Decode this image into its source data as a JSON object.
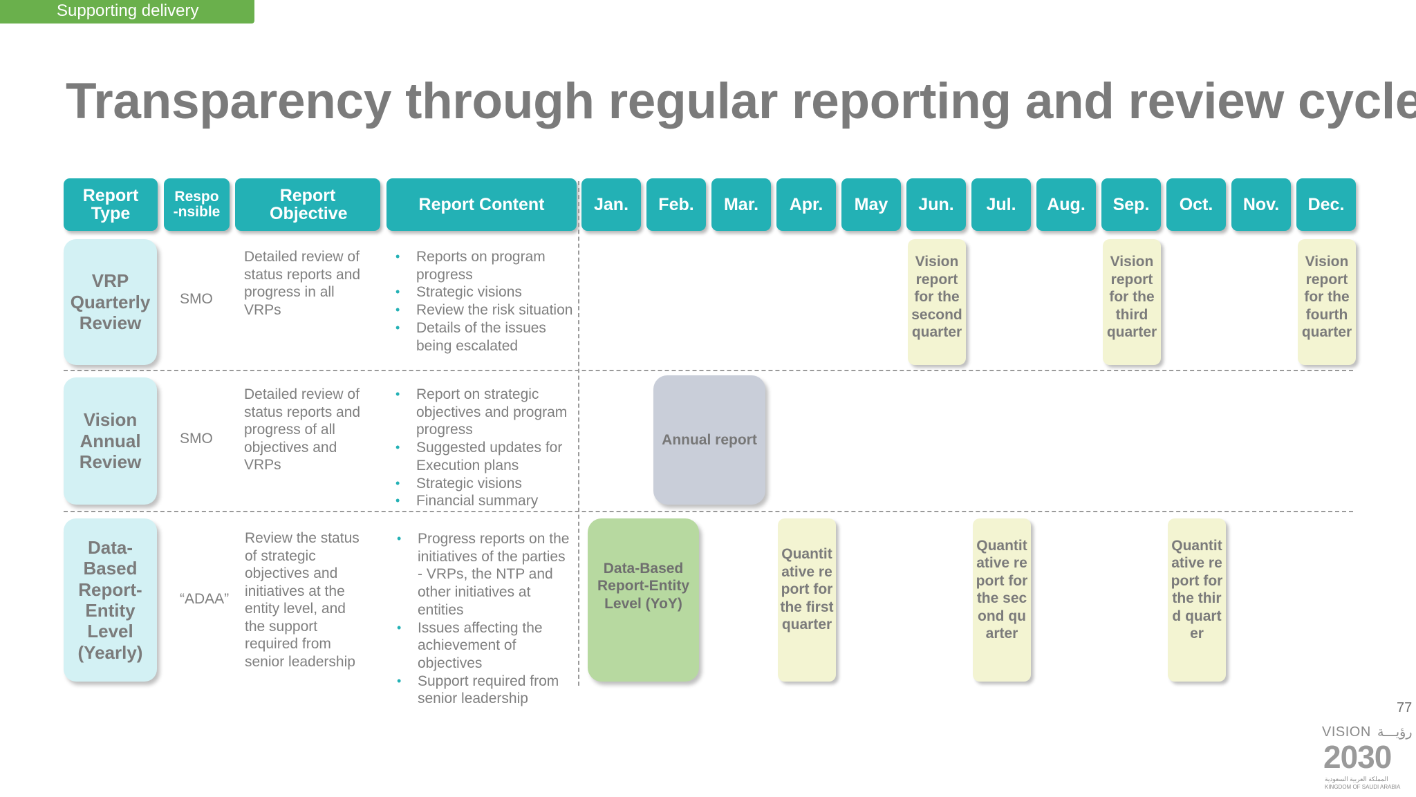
{
  "tag": "Supporting delivery",
  "title": "Transparency through regular reporting and review cycle",
  "headers": {
    "report_type": "Report Type",
    "responsible": "Respo-nsible",
    "report_objective": "Report Objective",
    "report_content": "Report Content",
    "months": [
      "Jan.",
      "Feb.",
      "Mar.",
      "Apr.",
      "May",
      "Jun.",
      "Jul.",
      "Aug.",
      "Sep.",
      "Oct.",
      "Nov.",
      "Dec."
    ]
  },
  "rows": [
    {
      "type": "VRP Quarterly Review",
      "responsible": "SMO",
      "objective": "Detailed review of status reports and progress in all VRPs",
      "content": [
        "Reports on program progress",
        "Strategic visions",
        "Review the risk situation",
        "Details of the issues being escalated"
      ],
      "schedule": [
        {
          "month": "Jun.",
          "text": "Vision report for the second quarter"
        },
        {
          "month": "Sep.",
          "text": "Vision report for the third quarter"
        },
        {
          "month": "Dec.",
          "text": "Vision report for the fourth quarter"
        }
      ]
    },
    {
      "type": "Vision Annual Review",
      "responsible": "SMO",
      "objective": "Detailed review of status reports and progress of all objectives and VRPs",
      "content": [
        "Report on strategic objectives and program progress",
        "Suggested updates for Execution plans",
        "Strategic visions",
        "Financial summary"
      ],
      "schedule": [
        {
          "month": "Feb.-Mar.",
          "text": "Annual report"
        }
      ]
    },
    {
      "type": "Data-Based Report-Entity Level (Yearly)",
      "responsible": "“ADAA”",
      "objective": "Review the status of strategic objectives and initiatives at the entity level, and the support required from senior leadership",
      "content": [
        "Progress reports on the initiatives of the parties - VRPs, the NTP and other initiatives at entities",
        "Issues affecting the achievement of objectives",
        "Support required from senior leadership"
      ],
      "schedule": [
        {
          "month": "Jan.-Feb.",
          "text": "Data-Based Report-Entity Level (YoY)"
        },
        {
          "month": "Apr.",
          "text": "Quantitative report for the first quarter"
        },
        {
          "month": "Jul.",
          "text": "Quantitative report for the second quarter"
        },
        {
          "month": "Oct.",
          "text": "Quantitative report for the third quarter"
        }
      ]
    }
  ],
  "page_number": "77",
  "logo": {
    "vision": "VISION",
    "arabic_word": "رؤيـــة",
    "year": "2030",
    "arabic_kingdom": "المملكة العربية السعودية",
    "kingdom": "KINGDOM OF SAUDI ARABIA"
  },
  "colors": {
    "accent_teal": "#23b1b5",
    "tag_green": "#6ab04c",
    "row_type_bg": "#d3f1f4",
    "vision_box_bg": "#f3f4d2",
    "annual_box_bg": "#c9ced9",
    "data_box_bg": "#b7d9a0"
  }
}
